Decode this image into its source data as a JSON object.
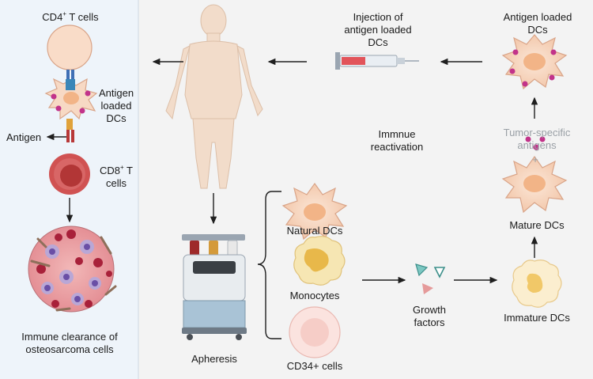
{
  "labels": {
    "cd4_t_cells": {
      "base": "CD4",
      "sup": "+",
      "rest": " T cells"
    },
    "antigen_loaded_dcs_left": [
      "Antigen",
      "loaded",
      "DCs"
    ],
    "antigen": "Antigen",
    "cd8_t_cells": {
      "line1_base": "CD8",
      "line1_sup": "+",
      "line1_rest": " T",
      "line2": "cells"
    },
    "immune_clearance": [
      "Immune clearance of",
      "osteosarcoma cells"
    ],
    "injection": [
      "Injection of",
      "antigen loaded",
      "DCs"
    ],
    "antigen_loaded_dcs_top": [
      "Antigen loaded",
      "DCs"
    ],
    "immune_reactivation": [
      "Immnue",
      "reactivation"
    ],
    "tumor_specific_antigens": [
      "Tumor-specific",
      "antigens"
    ],
    "plus": "+",
    "mature_dcs": "Mature DCs",
    "natural_dcs": "Natural DCs",
    "monocytes": "Monocytes",
    "cd34_cells": "CD34+ cells",
    "apheresis": "Apheresis",
    "growth_factors": [
      "Growth",
      "factors"
    ],
    "immature_dcs": "Immature DCs"
  },
  "colors": {
    "left_panel_bg": "#eef4fa",
    "main_bg": "#f2f2f2",
    "dc_fill": "#f7d9c4",
    "dc_nucleus": "#f2b487",
    "antigen_dot": "#c2338a",
    "cd8_cell": "#c94b4b",
    "monocyte": "#f1dca0",
    "cd34_cell": "#f8dcd8",
    "body_skin": "#f2dcca"
  },
  "icons": [
    "human-body-icon",
    "syringe-icon",
    "apheresis-machine-icon",
    "tumor-mass-icon",
    "growth-factor-icon",
    "bracket-icon"
  ]
}
